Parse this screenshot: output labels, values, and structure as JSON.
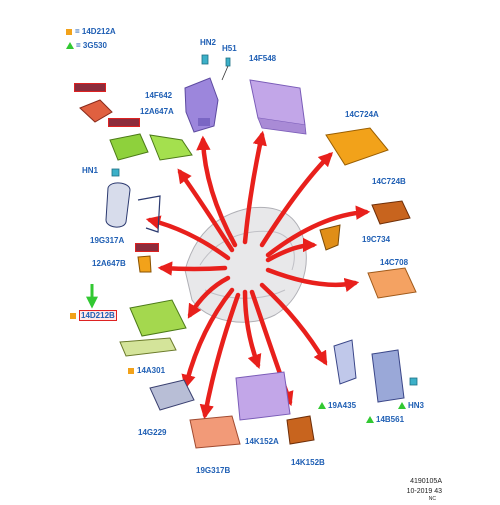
{
  "legend": [
    {
      "marker": "orange-square",
      "text": "= 14D212A"
    },
    {
      "marker": "green-triangle",
      "text": "= 3G530"
    }
  ],
  "labels": {
    "hn2": "HN2",
    "h51": "H51",
    "f548": "14F548",
    "f642": "14F642",
    "a647a": "12A647A",
    "c724a": "14C724A",
    "hn1": "HN1",
    "c724b": "14C724B",
    "g317a": "19G317A",
    "c734": "19C734",
    "a647b": "12A647B",
    "c708": "14C708",
    "d212b": "14D212B",
    "a301": "14A301",
    "a435": "19A435",
    "hn3": "HN3",
    "b561": "14B561",
    "g229": "14G229",
    "k152a": "14K152A",
    "g317b": "19G317B",
    "k152b": "14K152B"
  },
  "footer": {
    "line1": "4190105A",
    "line2": "10-2019 43",
    "line3": "NC"
  },
  "colors": {
    "arrow": "#e8201c",
    "label": "#1f5fb4",
    "violet": "#9c86dc",
    "green": "#8ed13c",
    "orange": "#f2a21a",
    "rust": "#c8641e",
    "steel": "#9aa8d8",
    "highlight": "#32c832"
  }
}
